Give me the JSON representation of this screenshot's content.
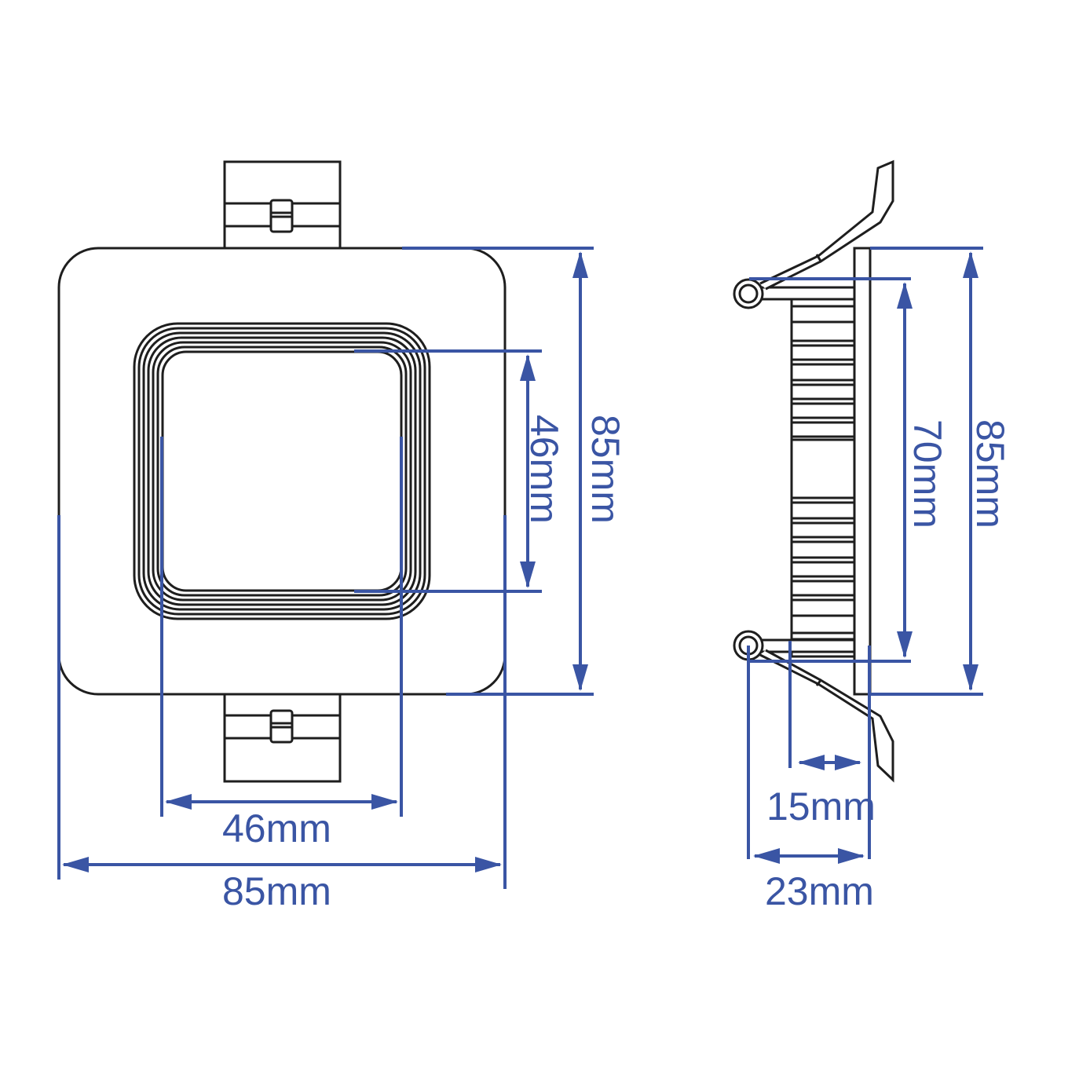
{
  "colors": {
    "outline": "#1e1e1e",
    "dimension": "#3a55a4",
    "background": "#ffffff"
  },
  "front_view": {
    "width_label": "85mm",
    "height_label": "85mm",
    "aperture_width_label": "46mm",
    "aperture_height_label": "46mm"
  },
  "side_view": {
    "height_label": "85mm",
    "body_height_label": "70mm",
    "body_depth_label": "15mm",
    "total_depth_label": "23mm"
  }
}
